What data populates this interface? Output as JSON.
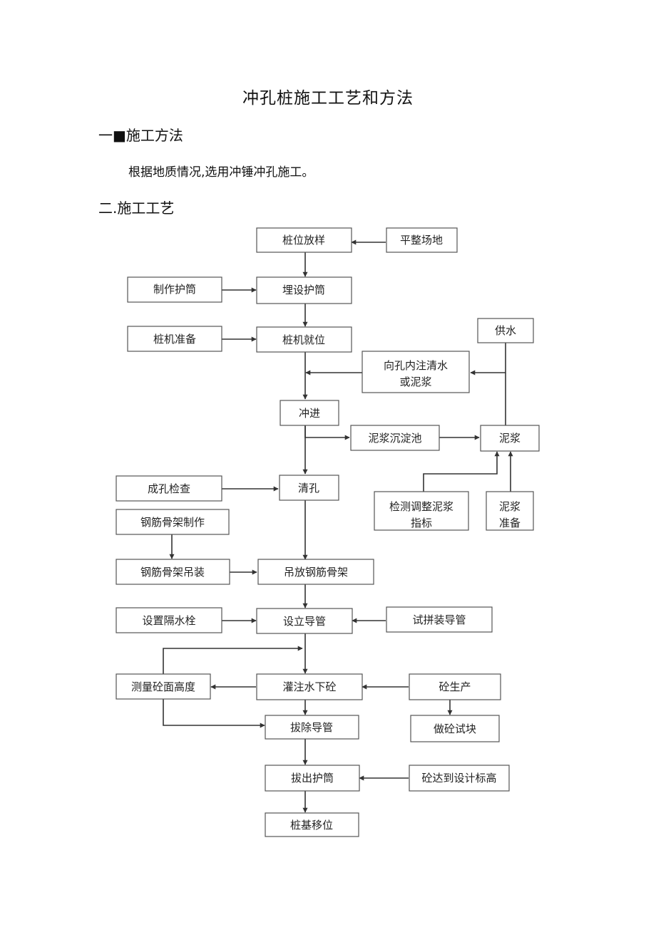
{
  "document": {
    "title": "冲孔桩施工工艺和方法",
    "section1": {
      "heading": "一■施工方法",
      "text": "根据地质情况,选用冲锤冲孔施工。"
    },
    "section2": {
      "heading": "二.施工工艺"
    }
  },
  "flowchart": {
    "nodes": {
      "pile_layout": "桩位放样",
      "level_site": "平整场地",
      "make_casing": "制作护筒",
      "bury_casing": "埋设护筒",
      "rig_prepare": "桩机准备",
      "rig_position": "桩机就位",
      "water_supply": "供水",
      "inject_water": [
        "向孔内注清水",
        "或泥浆"
      ],
      "percussion": "冲进",
      "settling_tank": "泥浆沉淀池",
      "slurry": "泥浆",
      "hole_check": "成孔检查",
      "clean_hole": "清孔",
      "test_slurry": [
        "检测调整泥浆",
        "指标"
      ],
      "slurry_prep": [
        "泥浆",
        "准备"
      ],
      "cage_make": "钢筋骨架制作",
      "cage_lift": "钢筋骨架吊装",
      "cage_place": "吊放钢筋骨架",
      "water_plug": "设置隔水栓",
      "install_pipe": "设立导管",
      "pipe_test": "试拼装导管",
      "measure_height": "测量砼面高度",
      "pour_concrete": "灌注水下砼",
      "concrete_prod": "砼生产",
      "remove_pipe": "拔除导管",
      "test_block": "做砼试块",
      "pull_casing": "拔出护筒",
      "reach_level": "砼达到设计标高",
      "pile_move": "桩基移位"
    }
  }
}
